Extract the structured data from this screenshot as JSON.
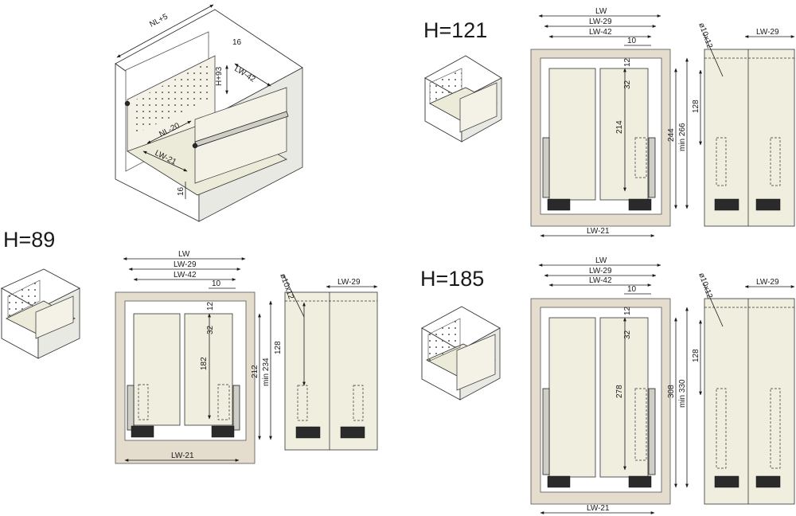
{
  "headings": {
    "h89": "H=89",
    "h121": "H=121",
    "h185": "H=185"
  },
  "iso_labels": {
    "nl5": "NL+5",
    "sixteen_top": "16",
    "h93": "H+93",
    "lw42": "LW-42",
    "nl20": "NL-20",
    "lw21": "LW-21",
    "sixteen_bottom": "16"
  },
  "common": {
    "lw": "LW",
    "lw29": "LW-29",
    "lw42": "LW-42",
    "ten": "10",
    "twelve": "12",
    "thirtytwo": "32",
    "lw21": "LW-21",
    "hole": "ø10x12",
    "side_lw29": "LW-29",
    "spacing128": "128"
  },
  "h89": {
    "inner_height": "182",
    "outer_height": "212",
    "min_height": "min 234"
  },
  "h121": {
    "inner_height": "214",
    "outer_height": "244",
    "min_height": "min 266"
  },
  "h185": {
    "inner_height": "278",
    "outer_height": "308",
    "min_height": "min 330"
  }
}
